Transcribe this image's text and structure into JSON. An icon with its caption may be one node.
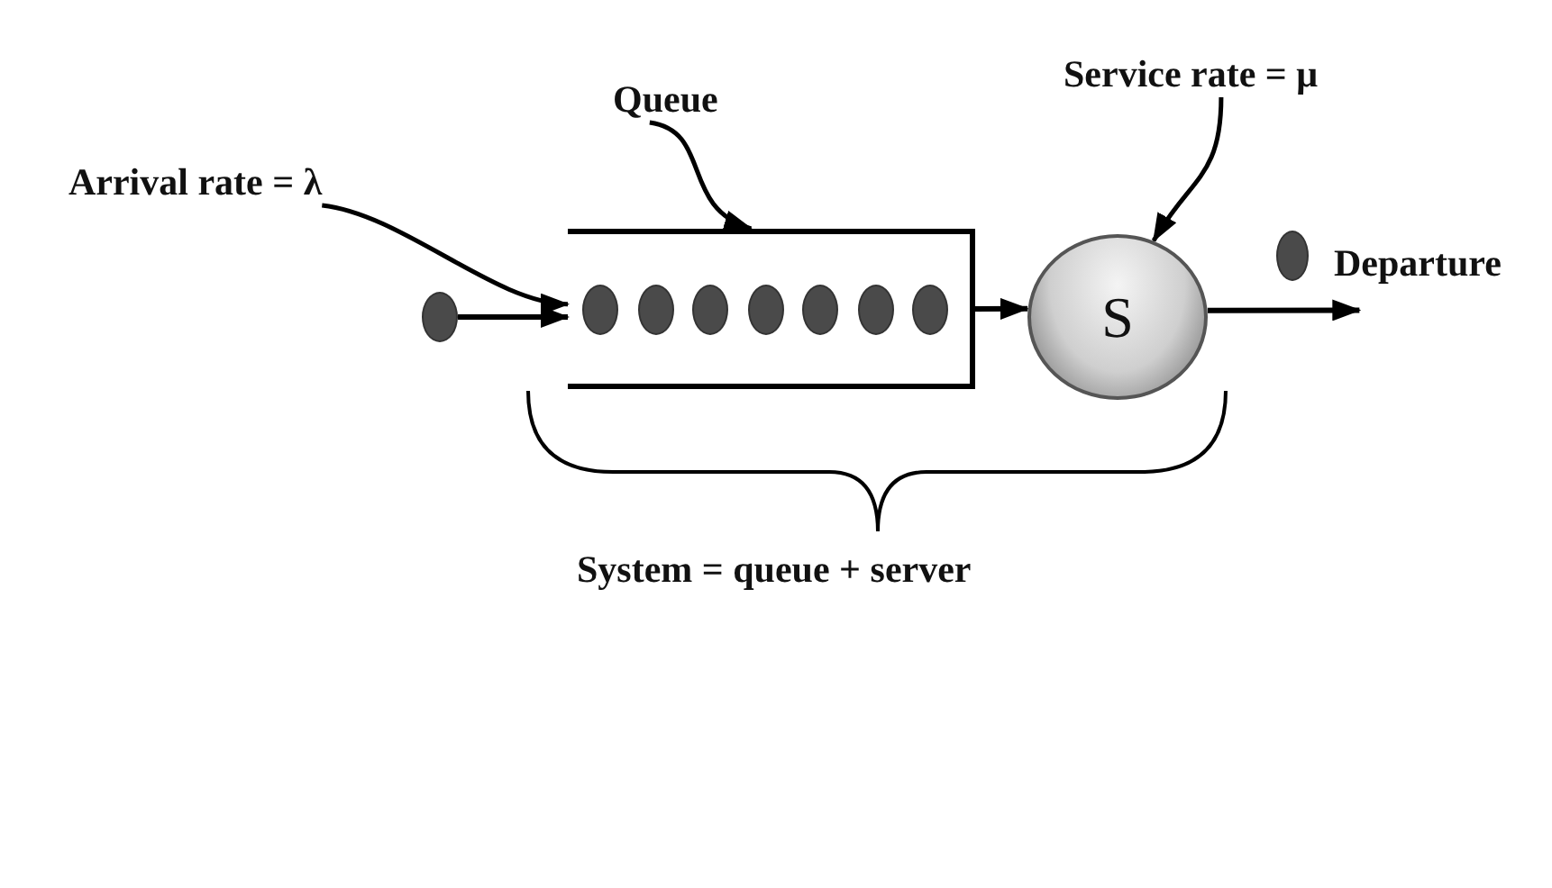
{
  "diagram": {
    "nodes": [
      {
        "text": [
          "Arrival rate = λ"
        ]
      },
      {
        "text": [
          "Queue"
        ]
      },
      {
        "text": [
          "Service rate = μ"
        ]
      },
      {
        "text": [],
        "shape": "circle"
      },
      {
        "text": [],
        "shape": "box"
      },
      {
        "text": [],
        "shape": "circle",
        "in": 4
      },
      {
        "text": [],
        "shape": "circle",
        "in": 4
      },
      {
        "text": [],
        "shape": "circle",
        "in": 4
      },
      {
        "text": [],
        "shape": "circle",
        "in": 4
      },
      {
        "text": [],
        "shape": "circle",
        "in": 4
      },
      {
        "text": [],
        "shape": "circle",
        "in": 4
      },
      {
        "text": [],
        "shape": "circle",
        "in": 4
      },
      {
        "text": [
          "S"
        ]
      },
      {
        "text": [],
        "shape": "circle"
      },
      {
        "text": [
          "Departure"
        ]
      }
    ],
    "edges": [
      {
        "from": 0,
        "to": 4,
        "arrow": "to"
      },
      {
        "from": 1,
        "to": 4,
        "arrow": "to"
      },
      {
        "from": 2,
        "to": 12,
        "arrow": "to"
      },
      {
        "from": 3,
        "to": 4,
        "arrow": "to"
      },
      {
        "from": 4,
        "to": 12,
        "arrow": "to"
      },
      {
        "from": 12,
        "to": 14,
        "arrow": "to"
      }
    ],
    "labels": [
      "System = queue + server"
    ]
  }
}
